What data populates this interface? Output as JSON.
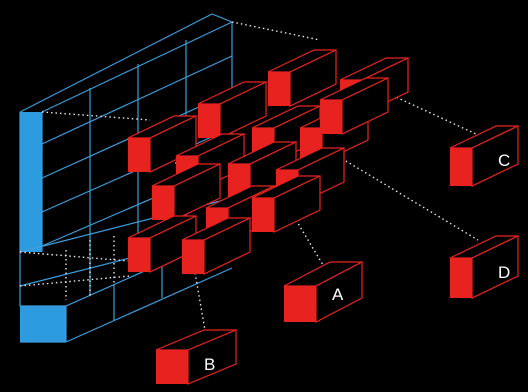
{
  "diagram": {
    "callouts": [
      {
        "id": "A",
        "label": "A"
      },
      {
        "id": "B",
        "label": "B"
      },
      {
        "id": "C",
        "label": "C"
      },
      {
        "id": "D",
        "label": "D"
      }
    ],
    "colors": {
      "background": "#000000",
      "wall": "#2d9be0",
      "block": "#e8231f",
      "leader": "#e8e8e8"
    }
  }
}
